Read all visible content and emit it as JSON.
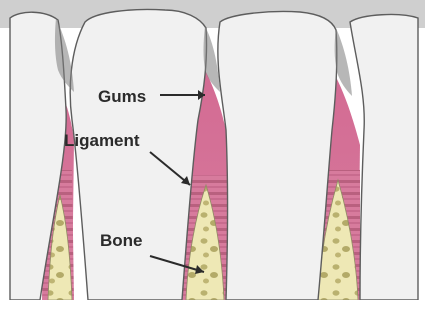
{
  "labels": {
    "gums": "Gums",
    "ligament": "Ligament",
    "bone": "Bone"
  },
  "colors": {
    "background": "#d6d6d6",
    "tooth_enamel": "#f1f1f1",
    "tooth_outline": "#5d5d5d",
    "gum_pink": "#d36b93",
    "gum_light": "#e7a2ba",
    "ligament_stripes": "#b9607f",
    "bone_fill": "#eee8b5",
    "bone_spots": "#b9b16f",
    "label_text": "#2b2b2b",
    "arrow": "#2b2b2b"
  }
}
